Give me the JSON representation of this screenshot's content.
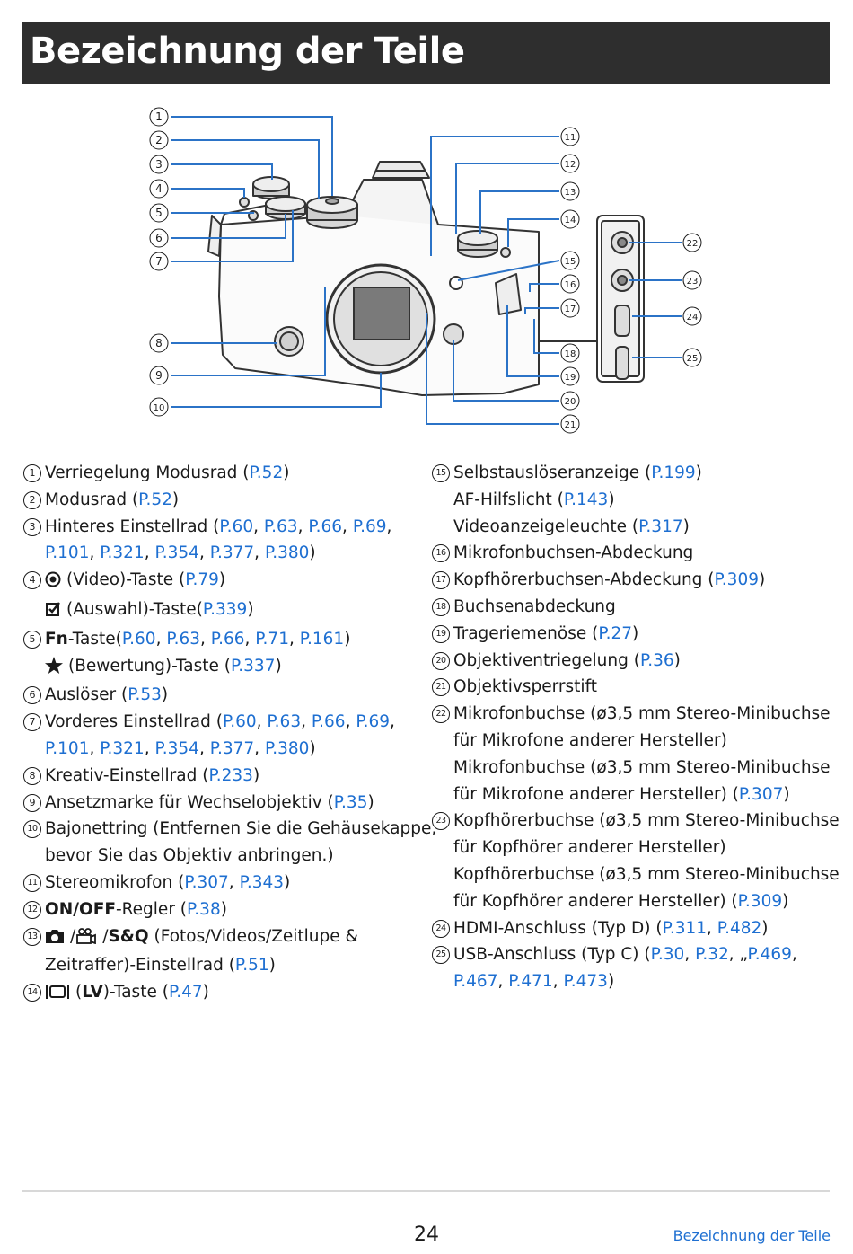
{
  "page": {
    "title": "Bezeichnung der Teile",
    "page_number": "24",
    "running_footer": "Bezeichnung der Teile"
  },
  "figure": {
    "callouts": [
      "1",
      "2",
      "3",
      "4",
      "5",
      "6",
      "7",
      "8",
      "9",
      "10",
      "11",
      "12",
      "13",
      "14",
      "15",
      "16",
      "17",
      "18",
      "19",
      "20",
      "21",
      "22",
      "23",
      "24",
      "25"
    ]
  },
  "parts_left": [
    {
      "num": "1",
      "lines": [
        [
          {
            "t": "Verriegelung Modusrad ("
          },
          {
            "t": "P.52",
            "link": true
          },
          {
            "t": ")"
          }
        ]
      ]
    },
    {
      "num": "2",
      "lines": [
        [
          {
            "t": "Modusrad ("
          },
          {
            "t": "P.52",
            "link": true
          },
          {
            "t": ")"
          }
        ]
      ]
    },
    {
      "num": "3",
      "lines": [
        [
          {
            "t": "Hinteres Einstellrad ("
          },
          {
            "t": "P.60",
            "link": true
          },
          {
            "t": ", "
          },
          {
            "t": "P.63",
            "link": true
          },
          {
            "t": ", "
          },
          {
            "t": "P.66",
            "link": true
          },
          {
            "t": ", "
          },
          {
            "t": "P.69",
            "link": true
          },
          {
            "t": ","
          }
        ],
        [
          {
            "t": "P.101",
            "link": true
          },
          {
            "t": ", "
          },
          {
            "t": "P.321",
            "link": true
          },
          {
            "t": ", "
          },
          {
            "t": "P.354",
            "link": true
          },
          {
            "t": ", "
          },
          {
            "t": "P.377",
            "link": true
          },
          {
            "t": ", "
          },
          {
            "t": "P.380",
            "link": true
          },
          {
            "t": ")"
          }
        ]
      ]
    },
    {
      "num": "4",
      "lines": [
        [
          {
            "icon": "video-icon"
          },
          {
            "t": "(Video)-Taste ("
          },
          {
            "t": "P.79",
            "link": true
          },
          {
            "t": ")"
          }
        ],
        [
          {
            "icon": "checkbox-icon"
          },
          {
            "t": "(Auswahl)-Taste("
          },
          {
            "t": "P.339",
            "link": true
          },
          {
            "t": ")"
          }
        ]
      ]
    },
    {
      "num": "5",
      "lines": [
        [
          {
            "t": "Fn",
            "bold": true
          },
          {
            "t": "-Taste("
          },
          {
            "t": "P.60",
            "link": true
          },
          {
            "t": ", "
          },
          {
            "t": "P.63",
            "link": true
          },
          {
            "t": ", "
          },
          {
            "t": "P.66",
            "link": true
          },
          {
            "t": ", "
          },
          {
            "t": "P.71",
            "link": true
          },
          {
            "t": ", "
          },
          {
            "t": "P.161",
            "link": true
          },
          {
            "t": ")"
          }
        ],
        [
          {
            "icon": "star-icon"
          },
          {
            "t": "(Bewertung)-Taste ("
          },
          {
            "t": "P.337",
            "link": true
          },
          {
            "t": ")"
          }
        ]
      ]
    },
    {
      "num": "6",
      "lines": [
        [
          {
            "t": "Auslöser ("
          },
          {
            "t": "P.53",
            "link": true
          },
          {
            "t": ")"
          }
        ]
      ]
    },
    {
      "num": "7",
      "lines": [
        [
          {
            "t": "Vorderes Einstellrad ("
          },
          {
            "t": "P.60",
            "link": true
          },
          {
            "t": ", "
          },
          {
            "t": "P.63",
            "link": true
          },
          {
            "t": ", "
          },
          {
            "t": "P.66",
            "link": true
          },
          {
            "t": ", "
          },
          {
            "t": "P.69",
            "link": true
          },
          {
            "t": ","
          }
        ],
        [
          {
            "t": "P.101",
            "link": true
          },
          {
            "t": ", "
          },
          {
            "t": "P.321",
            "link": true
          },
          {
            "t": ", "
          },
          {
            "t": "P.354",
            "link": true
          },
          {
            "t": ", "
          },
          {
            "t": "P.377",
            "link": true
          },
          {
            "t": ", "
          },
          {
            "t": "P.380",
            "link": true
          },
          {
            "t": ")"
          }
        ]
      ]
    },
    {
      "num": "8",
      "lines": [
        [
          {
            "t": "Kreativ-Einstellrad ("
          },
          {
            "t": "P.233",
            "link": true
          },
          {
            "t": ")"
          }
        ]
      ]
    },
    {
      "num": "9",
      "lines": [
        [
          {
            "t": "Ansetzmarke für Wechselobjektiv ("
          },
          {
            "t": "P.35",
            "link": true
          },
          {
            "t": ")"
          }
        ]
      ]
    },
    {
      "num": "10",
      "lines": [
        [
          {
            "t": "Bajonettring (Entfernen Sie die Gehäusekappe,"
          }
        ],
        [
          {
            "t": "bevor Sie das Objektiv anbringen.)"
          }
        ]
      ]
    },
    {
      "num": "11",
      "lines": [
        [
          {
            "t": "Stereomikrofon ("
          },
          {
            "t": "P.307",
            "link": true
          },
          {
            "t": ", "
          },
          {
            "t": "P.343",
            "link": true
          },
          {
            "t": ")"
          }
        ]
      ]
    },
    {
      "num": "12",
      "lines": [
        [
          {
            "t": "ON/OFF",
            "bold": true
          },
          {
            "t": "-Regler ("
          },
          {
            "t": "P.38",
            "link": true
          },
          {
            "t": ")"
          }
        ]
      ]
    },
    {
      "num": "13",
      "lines": [
        [
          {
            "icon": "camera-icon"
          },
          {
            "t": "/"
          },
          {
            "icon": "movie-camera-icon"
          },
          {
            "t": "/"
          },
          {
            "t": "S&Q",
            "bold": true
          },
          {
            "t": " (Fotos/Videos/Zeitlupe &"
          }
        ],
        [
          {
            "t": "Zeitraffer)-Einstellrad ("
          },
          {
            "t": "P.51",
            "link": true
          },
          {
            "t": ")"
          }
        ]
      ]
    },
    {
      "num": "14",
      "lines": [
        [
          {
            "icon": "lv-icon"
          },
          {
            "t": "("
          },
          {
            "t": "LV",
            "bold": true
          },
          {
            "t": ")-Taste ("
          },
          {
            "t": "P.47",
            "link": true
          },
          {
            "t": ")"
          }
        ]
      ]
    }
  ],
  "parts_right": [
    {
      "num": "15",
      "lines": [
        [
          {
            "t": "Selbstauslöseranzeige ("
          },
          {
            "t": "P.199",
            "link": true
          },
          {
            "t": ")"
          }
        ],
        [
          {
            "t": "AF-Hilfslicht ("
          },
          {
            "t": "P.143",
            "link": true
          },
          {
            "t": ")"
          }
        ],
        [
          {
            "t": "Videoanzeigeleuchte ("
          },
          {
            "t": "P.317",
            "link": true
          },
          {
            "t": ")"
          }
        ]
      ]
    },
    {
      "num": "16",
      "lines": [
        [
          {
            "t": "Mikrofonbuchsen-Abdeckung"
          }
        ]
      ]
    },
    {
      "num": "17",
      "lines": [
        [
          {
            "t": "Kopfhörerbuchsen-Abdeckung ("
          },
          {
            "t": "P.309",
            "link": true
          },
          {
            "t": ")"
          }
        ]
      ]
    },
    {
      "num": "18",
      "lines": [
        [
          {
            "t": "Buchsenabdeckung"
          }
        ]
      ]
    },
    {
      "num": "19",
      "lines": [
        [
          {
            "t": "Trageriemenöse ("
          },
          {
            "t": "P.27",
            "link": true
          },
          {
            "t": ")"
          }
        ]
      ]
    },
    {
      "num": "20",
      "lines": [
        [
          {
            "t": "Objektiventriegelung ("
          },
          {
            "t": "P.36",
            "link": true
          },
          {
            "t": ")"
          }
        ]
      ]
    },
    {
      "num": "21",
      "lines": [
        [
          {
            "t": "Objektivsperrstift"
          }
        ]
      ]
    },
    {
      "num": "22",
      "lines": [
        [
          {
            "t": "Mikrofonbuchse (ø3,5 mm Stereo-Minibuchse"
          }
        ],
        [
          {
            "t": "für Mikrofone anderer Hersteller)"
          }
        ],
        [
          {
            "t": "Mikrofonbuchse (ø3,5 mm Stereo-Minibuchse"
          }
        ],
        [
          {
            "t": "für Mikrofone anderer Hersteller) ("
          },
          {
            "t": "P.307",
            "link": true
          },
          {
            "t": ")"
          }
        ]
      ]
    },
    {
      "num": "23",
      "lines": [
        [
          {
            "t": "Kopfhörerbuchse (ø3,5 mm Stereo-Minibuchse"
          }
        ],
        [
          {
            "t": "für Kopfhörer anderer Hersteller)"
          }
        ],
        [
          {
            "t": "Kopfhörerbuchse (ø3,5 mm Stereo-Minibuchse"
          }
        ],
        [
          {
            "t": "für Kopfhörer anderer Hersteller) ("
          },
          {
            "t": "P.309",
            "link": true
          },
          {
            "t": ")"
          }
        ]
      ]
    },
    {
      "num": "24",
      "lines": [
        [
          {
            "t": "HDMI-Anschluss (Typ D) ("
          },
          {
            "t": "P.311",
            "link": true
          },
          {
            "t": ", "
          },
          {
            "t": "P.482",
            "link": true
          },
          {
            "t": ")"
          }
        ]
      ]
    },
    {
      "num": "25",
      "lines": [
        [
          {
            "t": "USB-Anschluss (Typ C) ("
          },
          {
            "t": "P.30",
            "link": true
          },
          {
            "t": ", "
          },
          {
            "t": "P.32",
            "link": true
          },
          {
            "t": ", „"
          },
          {
            "t": "P.469",
            "link": true
          },
          {
            "t": ","
          }
        ],
        [
          {
            "t": "P.467",
            "link": true
          },
          {
            "t": ", "
          },
          {
            "t": "P.471",
            "link": true
          },
          {
            "t": ", "
          },
          {
            "t": "P.473",
            "link": true
          },
          {
            "t": ")"
          }
        ]
      ]
    }
  ],
  "colors": {
    "title_bg": "#2e2e2e",
    "title_text": "#ffffff",
    "link": "#1e6fd1",
    "callout_line": "#2b73c7"
  }
}
